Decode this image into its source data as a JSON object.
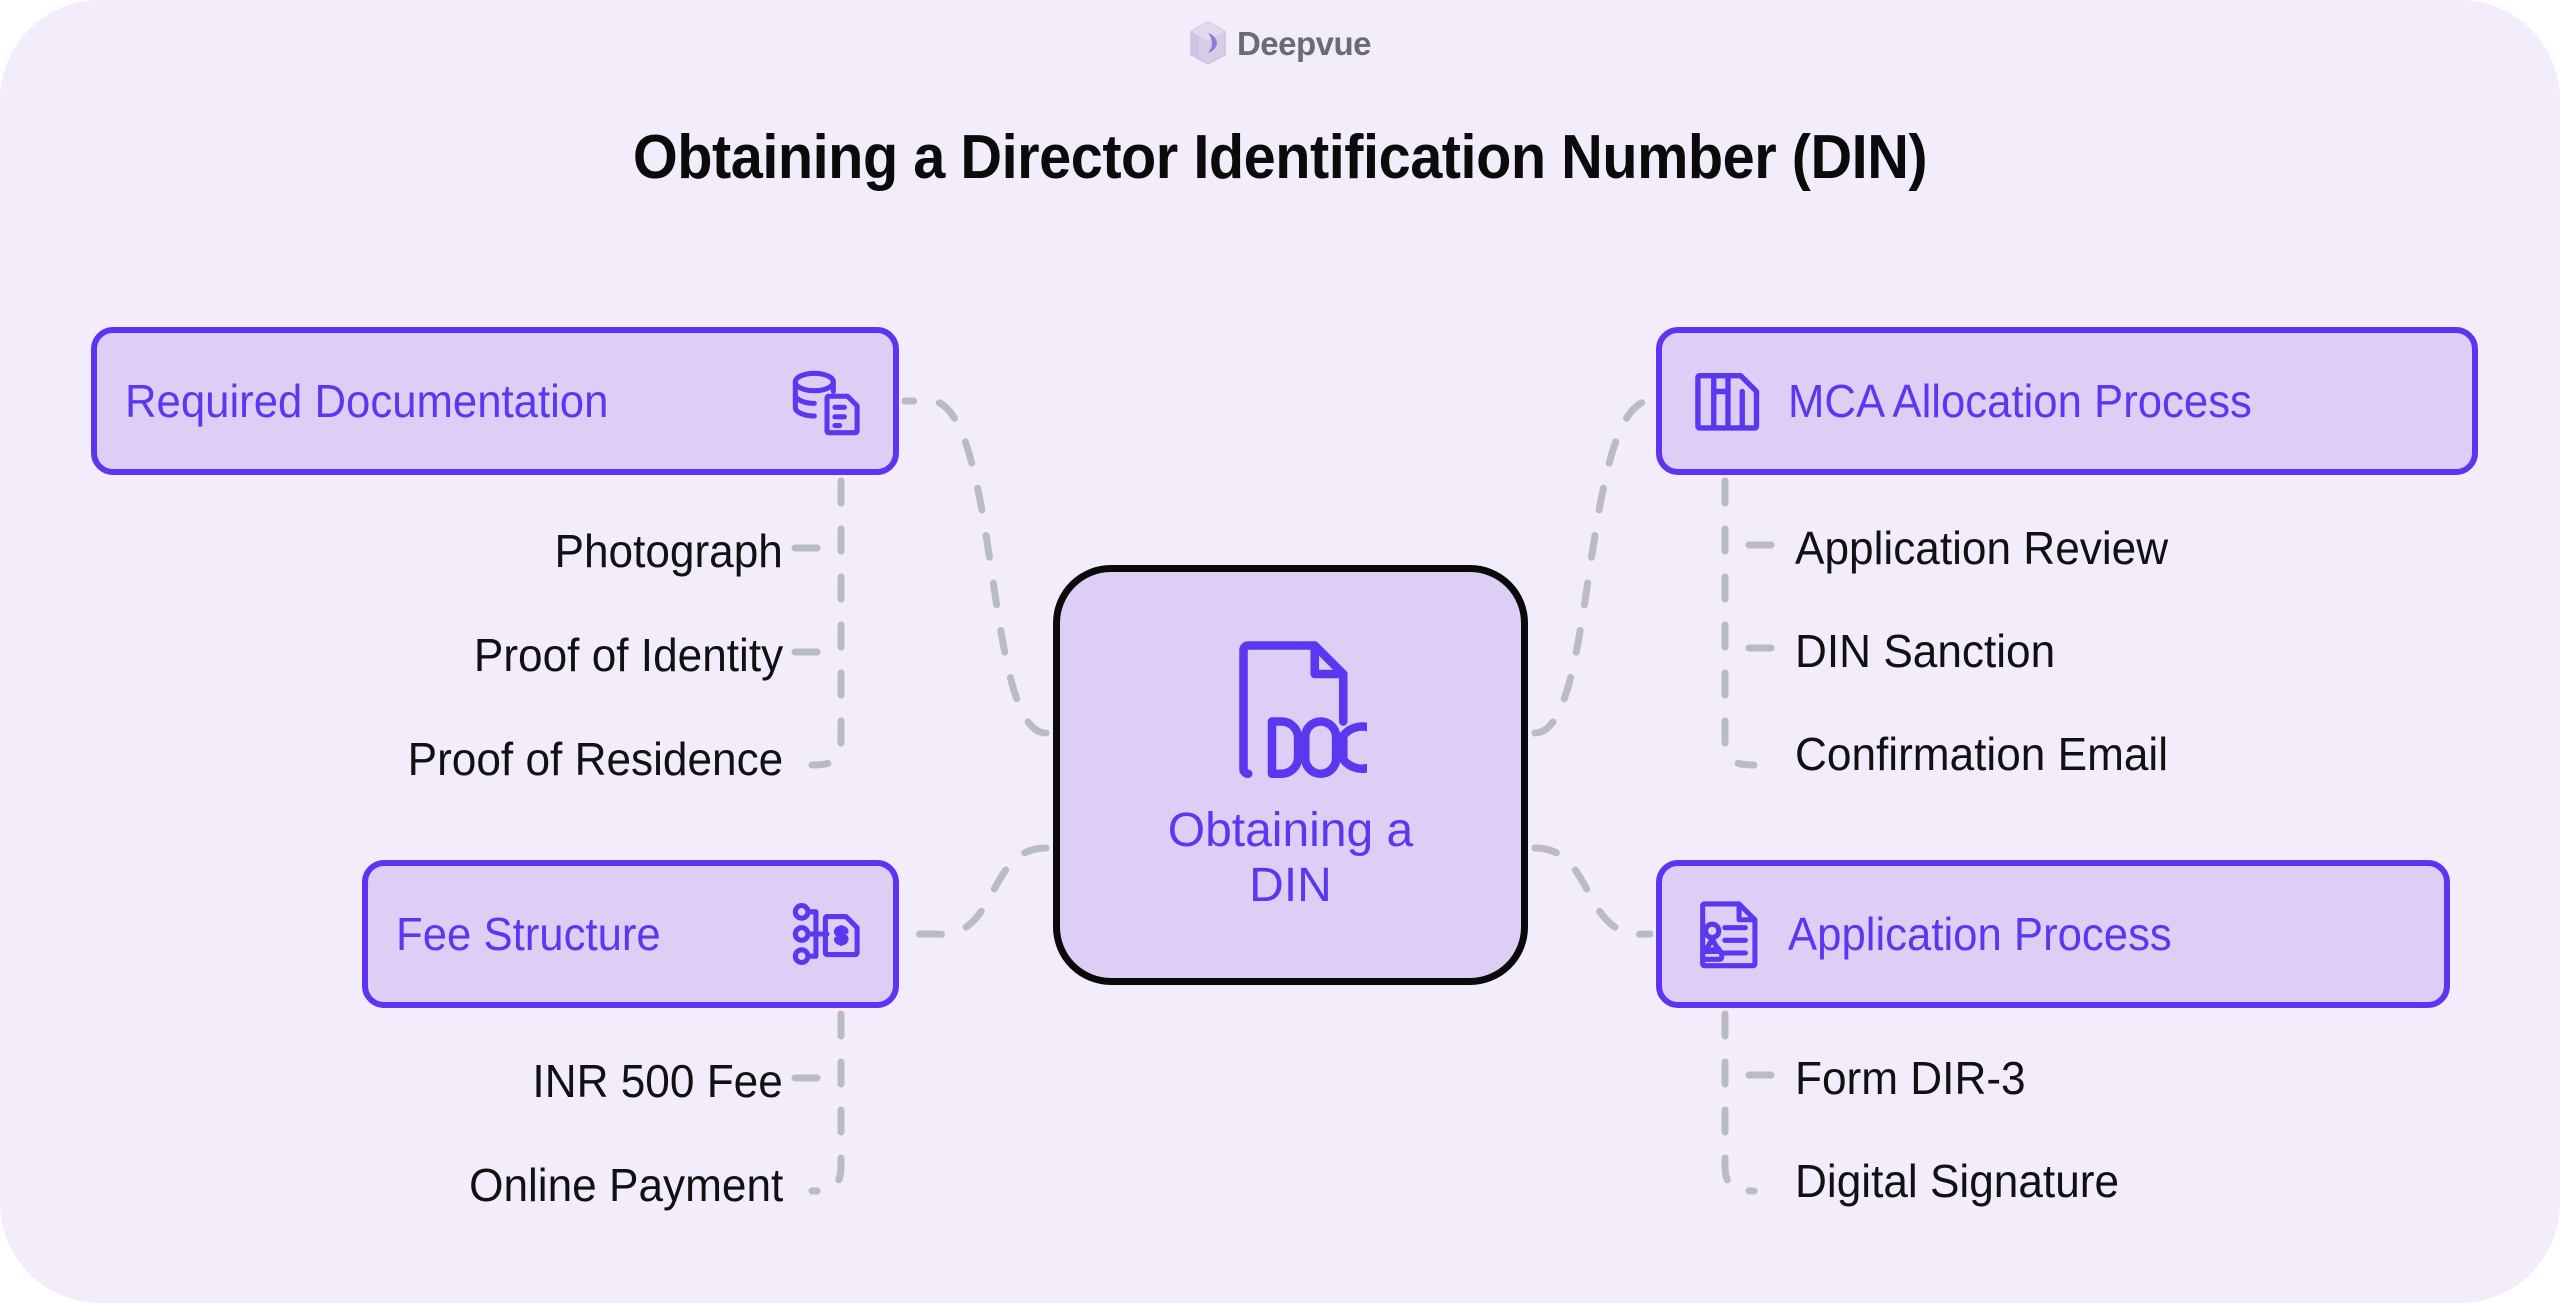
{
  "brand": {
    "name": "Deepvue",
    "logo_icon": "deepvue-hexagon-logo-icon",
    "logo_color": "#cdbfe0",
    "text_color": "#6b6b77"
  },
  "title": "Obtaining a Director Identification Number (DIN)",
  "theme": {
    "background": "#f3ecfb",
    "node_fill": "#ddcef5",
    "node_border": "#5f33f2",
    "accent_text": "#5b38f0",
    "center_border": "#0a0a0a",
    "leaf_text": "#111111",
    "connector": "#b9bcc2"
  },
  "center": {
    "icon": "doc-file-icon",
    "label": "Obtaining a DIN"
  },
  "branches": [
    {
      "id": "required-documentation",
      "label": "Required Documentation",
      "icon": "database-document-icon",
      "icon_side": "right",
      "position": "top-left",
      "children": [
        "Photograph",
        "Proof of Identity",
        "Proof of Residence"
      ]
    },
    {
      "id": "mca-allocation-process",
      "label": "MCA Allocation Process",
      "icon": "document-bars-icon",
      "icon_side": "left",
      "position": "top-right",
      "children": [
        "Application Review",
        "DIN Sanction",
        "Confirmation Email"
      ]
    },
    {
      "id": "fee-structure",
      "label": "Fee Structure",
      "icon": "fee-nodes-dollar-document-icon",
      "icon_side": "right",
      "position": "bottom-left",
      "children": [
        "INR 500 Fee",
        "Online Payment"
      ]
    },
    {
      "id": "application-process",
      "label": "Application Process",
      "icon": "document-person-stamp-icon",
      "icon_side": "left",
      "position": "bottom-right",
      "children": [
        "Form DIR-3",
        "Digital Signature"
      ]
    }
  ]
}
